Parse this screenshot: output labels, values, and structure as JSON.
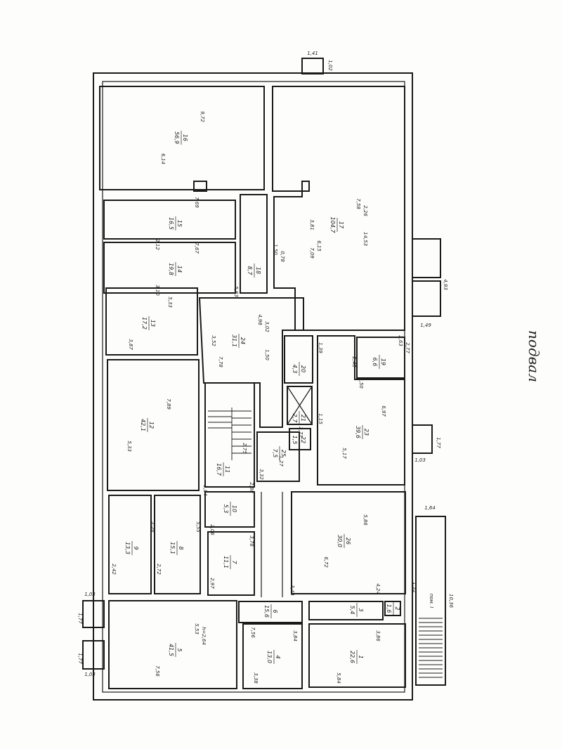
{
  "floor_label": "подвал",
  "rooms": [
    {
      "id": "16",
      "area": "56,9",
      "dims": [
        "9,72",
        "6,14"
      ]
    },
    {
      "id": "17",
      "area": "104,7",
      "dims": [
        "7,58",
        "6,15",
        "2,26",
        "3,81",
        "14,53",
        "7,09"
      ]
    },
    {
      "id": "15",
      "area": "16,5",
      "dims": [
        "7,69",
        "2,12"
      ]
    },
    {
      "id": "14",
      "area": "19,8",
      "dims": [
        "7,67",
        "3,10"
      ]
    },
    {
      "id": "18",
      "area": "8,7",
      "dims": [
        "1,50",
        "5,83",
        "0,78"
      ]
    },
    {
      "id": "13",
      "area": "17,2",
      "dims": [
        "5,33",
        "3,87"
      ]
    },
    {
      "id": "24",
      "area": "31,1",
      "dims": [
        "4,98",
        "7,78",
        "3,02",
        "3,52",
        "1,50"
      ]
    },
    {
      "id": "20",
      "area": "4,3",
      "dims": [
        "1,39"
      ]
    },
    {
      "id": "19",
      "area": "6,6",
      "dims": [
        "2,63",
        "2,50",
        "2,77",
        "2,48"
      ]
    },
    {
      "id": "12",
      "area": "42,1",
      "dims": [
        "7,89",
        "5,33"
      ]
    },
    {
      "id": "21",
      "area": "2,7",
      "dims": []
    },
    {
      "id": "22",
      "area": "1,5",
      "dims": [
        "1,15",
        "1,27"
      ]
    },
    {
      "id": "23",
      "area": "39,6",
      "dims": [
        "6,97",
        "5,17"
      ]
    },
    {
      "id": "11",
      "area": "16,7",
      "dims": [
        "2,75",
        "1,84"
      ]
    },
    {
      "id": "25",
      "area": "7,5",
      "dims": [
        "2,71",
        "3,32"
      ]
    },
    {
      "id": "10",
      "area": "5,3",
      "dims": [
        "2,88",
        "2,06"
      ]
    },
    {
      "id": "9",
      "area": "13,3",
      "dims": [
        "5,56",
        "2,42"
      ]
    },
    {
      "id": "8",
      "area": "15,1",
      "dims": [
        "5,55",
        "2,72"
      ]
    },
    {
      "id": "7",
      "area": "11,1",
      "dims": [
        "3,78",
        "2,97"
      ]
    },
    {
      "id": "26",
      "area": "30,0",
      "dims": [
        "5,86",
        "6,72"
      ]
    },
    {
      "id": "5",
      "area": "41,5",
      "dims": [
        "5,53",
        "7,56",
        "h=2,64"
      ]
    },
    {
      "id": "6",
      "area": "15,6",
      "dims": [
        "3,44",
        "7,56"
      ]
    },
    {
      "id": "3",
      "area": "5,4",
      "dims": [
        "4,24"
      ]
    },
    {
      "id": "2",
      "area": "1,6",
      "dims": [
        "1,32"
      ]
    },
    {
      "id": "4",
      "area": "13,0",
      "dims": [
        "3,84",
        "3,38"
      ]
    },
    {
      "id": "1",
      "area": "22,6",
      "dims": [
        "3,86",
        "5,84"
      ]
    }
  ],
  "exterior_dims": [
    "1,41",
    "1,02",
    "4,93",
    "1,49",
    "1,77",
    "1,03",
    "1,64",
    "10,36",
    "1,03",
    "1,77",
    "1,77",
    "1,03"
  ],
  "stair_label": "пом. I"
}
